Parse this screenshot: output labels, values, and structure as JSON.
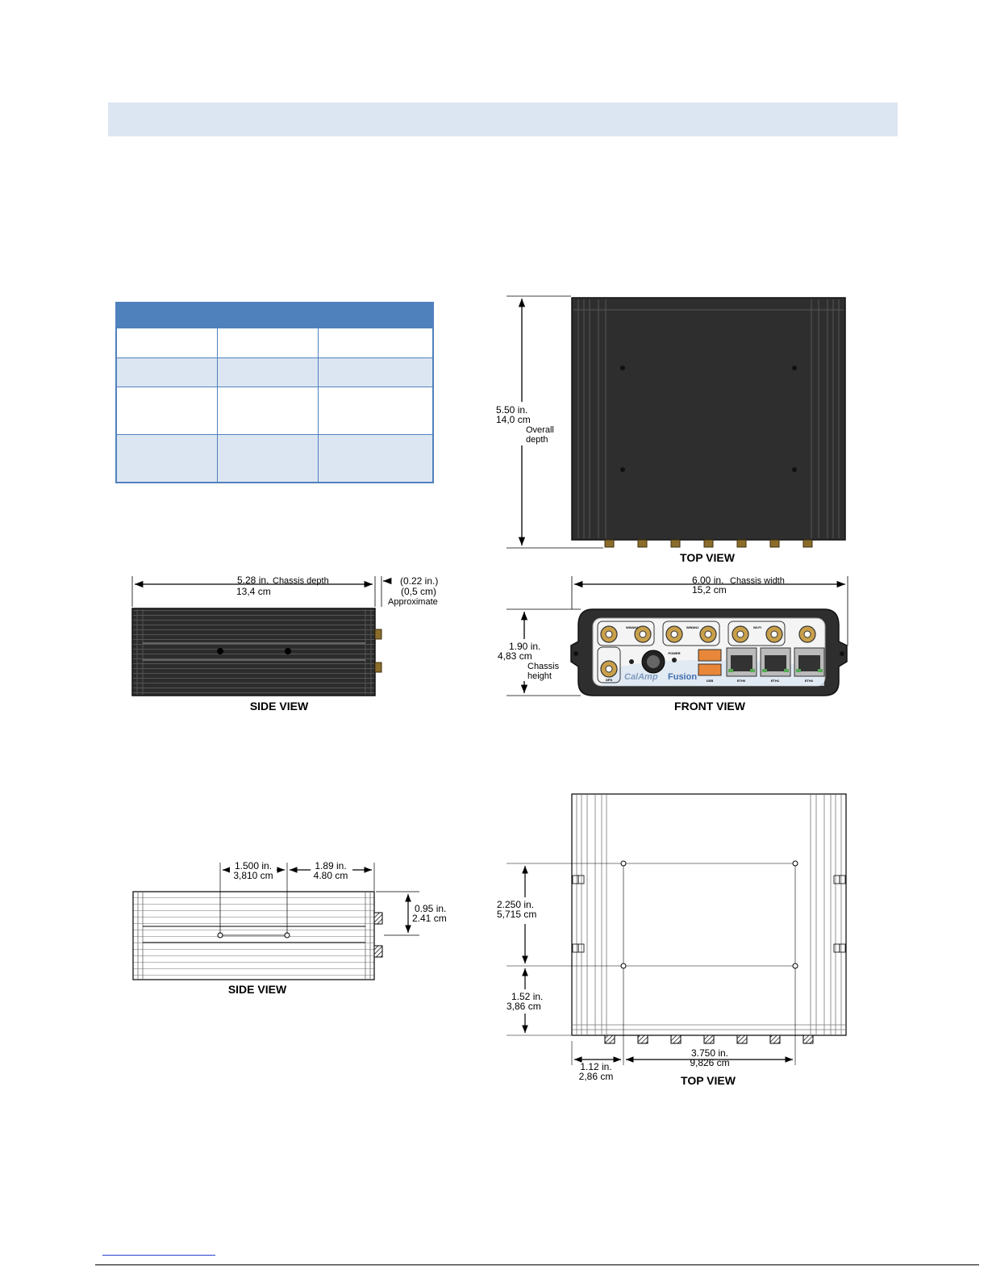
{
  "top_view_1": {
    "caption": "TOP VIEW",
    "dim_in": "5.50 in.",
    "dim_cm": "14,0 cm",
    "note_1": "Overall",
    "note_2": "depth"
  },
  "side_view_1": {
    "caption": "SIDE VIEW",
    "dim_in": "5.28 in.",
    "dim_note": "Chassis depth",
    "dim_cm": "13,4 cm",
    "conn_in": "(0.22 in.)",
    "conn_cm": "(0,5 cm)",
    "conn_note": "Approximate"
  },
  "front_view": {
    "caption": "FRONT VIEW",
    "width_in": "6.00 in.",
    "width_note": "Chassis width",
    "width_cm": "15,2 cm",
    "height_in": "1.90 in.",
    "height_cm": "4,83 cm",
    "height_note_1": "Chassis",
    "height_note_2": "height",
    "brand": "CalAmp",
    "product": "Fusion",
    "labels": {
      "wwan2": "WWAN2",
      "wwan1": "WWAN1",
      "wifi": "WI-FI",
      "gps": "GPS",
      "power": "POWER",
      "usb": "USB",
      "eth0": "ETH0",
      "eth1": "ETH1",
      "eth2": "ETH2"
    }
  },
  "side_view_2": {
    "caption": "SIDE VIEW",
    "dim_a_in": "1.500 in.",
    "dim_a_cm": "3,810 cm",
    "dim_b_in": "1.89 in.",
    "dim_b_cm": "4.80 cm",
    "dim_c_in": "0.95 in.",
    "dim_c_cm": "2.41 cm"
  },
  "top_view_2": {
    "caption": "TOP VIEW",
    "dim_a_in": "2.250 in.",
    "dim_a_cm": "5,715 cm",
    "dim_b_in": "1.52 in.",
    "dim_b_cm": "3,86 cm",
    "dim_c_in": "1.12 in.",
    "dim_c_cm": "2,86 cm",
    "dim_d_in": "3.750 in.",
    "dim_d_cm": "9,826 cm"
  },
  "colors": {
    "header_band": "#dce6f2",
    "table_header": "#4f81bd",
    "table_alt_row": "#dce6f2",
    "chassis_dark": "#2e2e2e",
    "connector_gold": "#b8923a",
    "usb_orange": "#e8873a"
  }
}
